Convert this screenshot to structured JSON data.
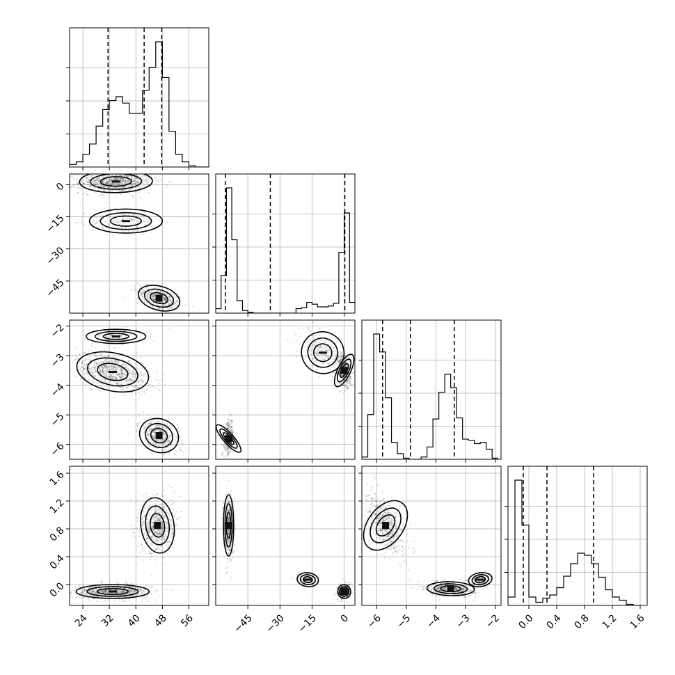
{
  "chart_data": {
    "type": "corner",
    "params": [
      {
        "range": [
          20,
          62
        ],
        "ticks": [
          24,
          32,
          40,
          48,
          56
        ],
        "tick_labels": [
          "24",
          "32",
          "40",
          "48",
          "56"
        ]
      },
      {
        "range": [
          -60,
          5
        ],
        "ticks": [
          -45,
          -30,
          -15,
          0
        ],
        "tick_labels": [
          "−45",
          "−30",
          "−15",
          "0"
        ]
      },
      {
        "range": [
          -6.5,
          -1.8
        ],
        "ticks": [
          -6,
          -5,
          -4,
          -3,
          -2
        ],
        "tick_labels": [
          "−6",
          "−5",
          "−4",
          "−3",
          "−2"
        ]
      },
      {
        "range": [
          -0.3,
          1.7
        ],
        "ticks": [
          0.0,
          0.4,
          0.8,
          1.2,
          1.6
        ],
        "tick_labels": [
          "0.0",
          "0.4",
          "0.8",
          "1.2",
          "1.6"
        ]
      }
    ],
    "histograms": [
      {
        "bins": [
          20,
          22,
          24,
          26,
          28,
          30,
          32,
          34,
          36,
          38,
          40,
          42,
          44,
          46,
          48,
          50,
          52,
          54,
          56,
          58,
          60,
          62
        ],
        "counts": [
          2,
          4,
          10,
          18,
          32,
          45,
          52,
          55,
          50,
          42,
          42,
          60,
          78,
          98,
          70,
          28,
          10,
          4,
          1,
          0,
          0
        ],
        "quantiles": [
          31.6,
          42.5,
          47.8
        ]
      },
      {
        "bins": [
          -60,
          -57.5,
          -55,
          -52.5,
          -50,
          -47.5,
          -45,
          -42.5,
          -40,
          -37.5,
          -35,
          -32.5,
          -30,
          -27.5,
          -25,
          -22.5,
          -20,
          -17.5,
          -15,
          -12.5,
          -10,
          -7.5,
          -5,
          -2.5,
          0,
          2.5,
          5
        ],
        "counts": [
          5,
          42,
          140,
          82,
          14,
          3,
          1,
          0,
          0,
          0,
          0,
          0,
          0,
          0,
          0,
          5,
          6,
          12,
          10,
          7,
          7,
          8,
          11,
          68,
          112,
          12
        ],
        "quantiles": [
          -55.5,
          -34.5,
          0.3
        ]
      },
      {
        "bins": [
          -6.5,
          -6.3,
          -6.1,
          -5.9,
          -5.7,
          -5.5,
          -5.3,
          -5.1,
          -4.9,
          -4.7,
          -4.5,
          -4.3,
          -4.1,
          -3.9,
          -3.7,
          -3.5,
          -3.3,
          -3.1,
          -2.9,
          -2.7,
          -2.5,
          -2.3,
          -2.1,
          -1.9
        ],
        "counts": [
          2,
          40,
          112,
          96,
          55,
          15,
          5,
          1,
          0,
          0,
          2,
          11,
          36,
          60,
          76,
          64,
          37,
          18,
          17,
          14,
          15,
          9,
          1
        ],
        "quantiles": [
          -5.8,
          -4.86,
          -3.38
        ]
      },
      {
        "bins": [
          -0.3,
          -0.2,
          -0.1,
          0.0,
          0.1,
          0.2,
          0.3,
          0.4,
          0.5,
          0.6,
          0.7,
          0.8,
          0.9,
          1.0,
          1.1,
          1.2,
          1.3,
          1.4,
          1.5,
          1.6
        ],
        "counts": [
          8,
          120,
          77,
          8,
          3,
          7,
          10,
          17,
          28,
          40,
          50,
          48,
          40,
          27,
          15,
          8,
          5,
          1,
          0
        ],
        "quantiles": [
          -0.08,
          0.26,
          0.93
        ]
      }
    ],
    "clusters": [
      {
        "pair": [
          0,
          1
        ],
        "mean": [
          34,
          1.5
        ],
        "sd": [
          5.5,
          2.6
        ],
        "n": 900,
        "peak": "dash"
      },
      {
        "pair": [
          0,
          1
        ],
        "mean": [
          37,
          -17
        ],
        "sd": [
          5.5,
          2.8
        ],
        "n": 180,
        "peak": "dash"
      },
      {
        "pair": [
          0,
          1
        ],
        "mean": [
          47,
          -53
        ],
        "sd": [
          3.2,
          2.8
        ],
        "n": 420,
        "peak": "square"
      },
      {
        "pair": [
          0,
          2
        ],
        "mean": [
          33,
          -3.55
        ],
        "sd": [
          5.5,
          0.32
        ],
        "n": 800,
        "peak": "dash"
      },
      {
        "pair": [
          0,
          2
        ],
        "mean": [
          34,
          -2.35
        ],
        "sd": [
          4.5,
          0.12
        ],
        "n": 140,
        "peak": "dash"
      },
      {
        "pair": [
          0,
          2
        ],
        "mean": [
          47,
          -5.7
        ],
        "sd": [
          3.0,
          0.28
        ],
        "n": 420,
        "peak": "square"
      },
      {
        "pair": [
          0,
          3
        ],
        "mean": [
          33,
          -0.1
        ],
        "sd": [
          5.5,
          0.05
        ],
        "n": 800,
        "peak": "dash"
      },
      {
        "pair": [
          0,
          3
        ],
        "mean": [
          46.5,
          0.85
        ],
        "sd": [
          2.5,
          0.2
        ],
        "n": 600,
        "peak": "square"
      },
      {
        "pair": [
          1,
          2
        ],
        "mean": [
          -54,
          -5.8
        ],
        "sd": [
          1.2,
          0.3
        ],
        "n": 300,
        "peak": "square"
      },
      {
        "pair": [
          1,
          2
        ],
        "mean": [
          -10,
          -2.9
        ],
        "sd": [
          5,
          0.35
        ],
        "n": 250,
        "peak": "dash"
      },
      {
        "pair": [
          1,
          2
        ],
        "mean": [
          0,
          -3.5
        ],
        "sd": [
          1.5,
          0.3
        ],
        "n": 420,
        "peak": "square"
      },
      {
        "pair": [
          1,
          3
        ],
        "mean": [
          -54,
          0.85
        ],
        "sd": [
          1.2,
          0.22
        ],
        "n": 450,
        "peak": "square"
      },
      {
        "pair": [
          1,
          3
        ],
        "mean": [
          -17,
          0.07
        ],
        "sd": [
          2.5,
          0.05
        ],
        "n": 110,
        "peak": "dash"
      },
      {
        "pair": [
          1,
          3
        ],
        "mean": [
          0,
          -0.1
        ],
        "sd": [
          1.5,
          0.05
        ],
        "n": 500,
        "peak": "square"
      },
      {
        "pair": [
          2,
          3
        ],
        "mean": [
          -5.7,
          0.85
        ],
        "sd": [
          0.3,
          0.2
        ],
        "n": 600,
        "peak": "square"
      },
      {
        "pair": [
          2,
          3
        ],
        "mean": [
          -3.5,
          -0.06
        ],
        "sd": [
          0.4,
          0.05
        ],
        "n": 500,
        "peak": "square"
      },
      {
        "pair": [
          2,
          3
        ],
        "mean": [
          -2.5,
          0.07
        ],
        "sd": [
          0.2,
          0.05
        ],
        "n": 140,
        "peak": "dash"
      }
    ],
    "grid": true
  }
}
